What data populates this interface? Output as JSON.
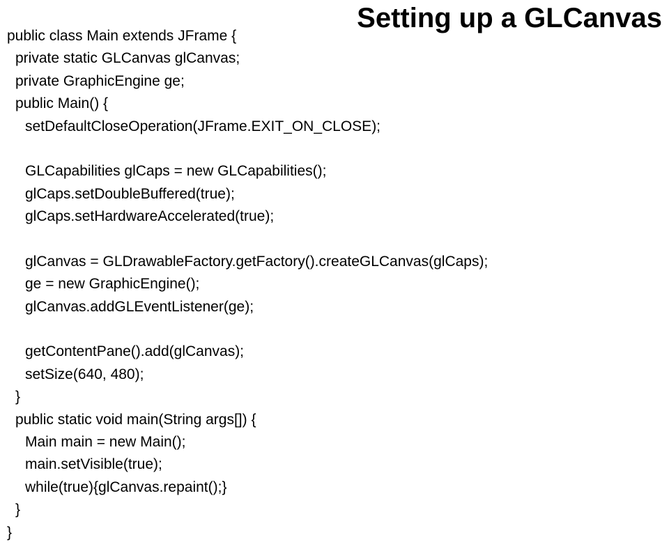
{
  "slide": {
    "title": "Setting up a GLCanvas",
    "code_lines": [
      {
        "indent": 0,
        "text": "public class Main extends JFrame {"
      },
      {
        "indent": 1,
        "text": "private static GLCanvas glCanvas;"
      },
      {
        "indent": 1,
        "text": "private GraphicEngine ge;"
      },
      {
        "indent": 1,
        "text": "public Main() {"
      },
      {
        "indent": 2,
        "text": "setDefaultCloseOperation(JFrame.EXIT_ON_CLOSE);"
      },
      {
        "indent": 2,
        "text": ""
      },
      {
        "indent": 2,
        "text": "GLCapabilities glCaps = new GLCapabilities();"
      },
      {
        "indent": 2,
        "text": "glCaps.setDoubleBuffered(true);"
      },
      {
        "indent": 2,
        "text": "glCaps.setHardwareAccelerated(true);"
      },
      {
        "indent": 2,
        "text": ""
      },
      {
        "indent": 2,
        "text": "glCanvas = GLDrawableFactory.getFactory().createGLCanvas(glCaps);"
      },
      {
        "indent": 2,
        "text": "ge = new GraphicEngine();"
      },
      {
        "indent": 2,
        "text": "glCanvas.addGLEventListener(ge);"
      },
      {
        "indent": 2,
        "text": ""
      },
      {
        "indent": 2,
        "text": "getContentPane().add(glCanvas);"
      },
      {
        "indent": 2,
        "text": "setSize(640, 480);"
      },
      {
        "indent": 1,
        "text": "}"
      },
      {
        "indent": 1,
        "text": "public static void main(String args[]) {"
      },
      {
        "indent": 2,
        "text": "Main main = new Main();"
      },
      {
        "indent": 2,
        "text": "main.setVisible(true);"
      },
      {
        "indent": 2,
        "text": "while(true){glCanvas.repaint();}"
      },
      {
        "indent": 1,
        "text": "}"
      },
      {
        "indent": 0,
        "text": "}"
      }
    ]
  }
}
